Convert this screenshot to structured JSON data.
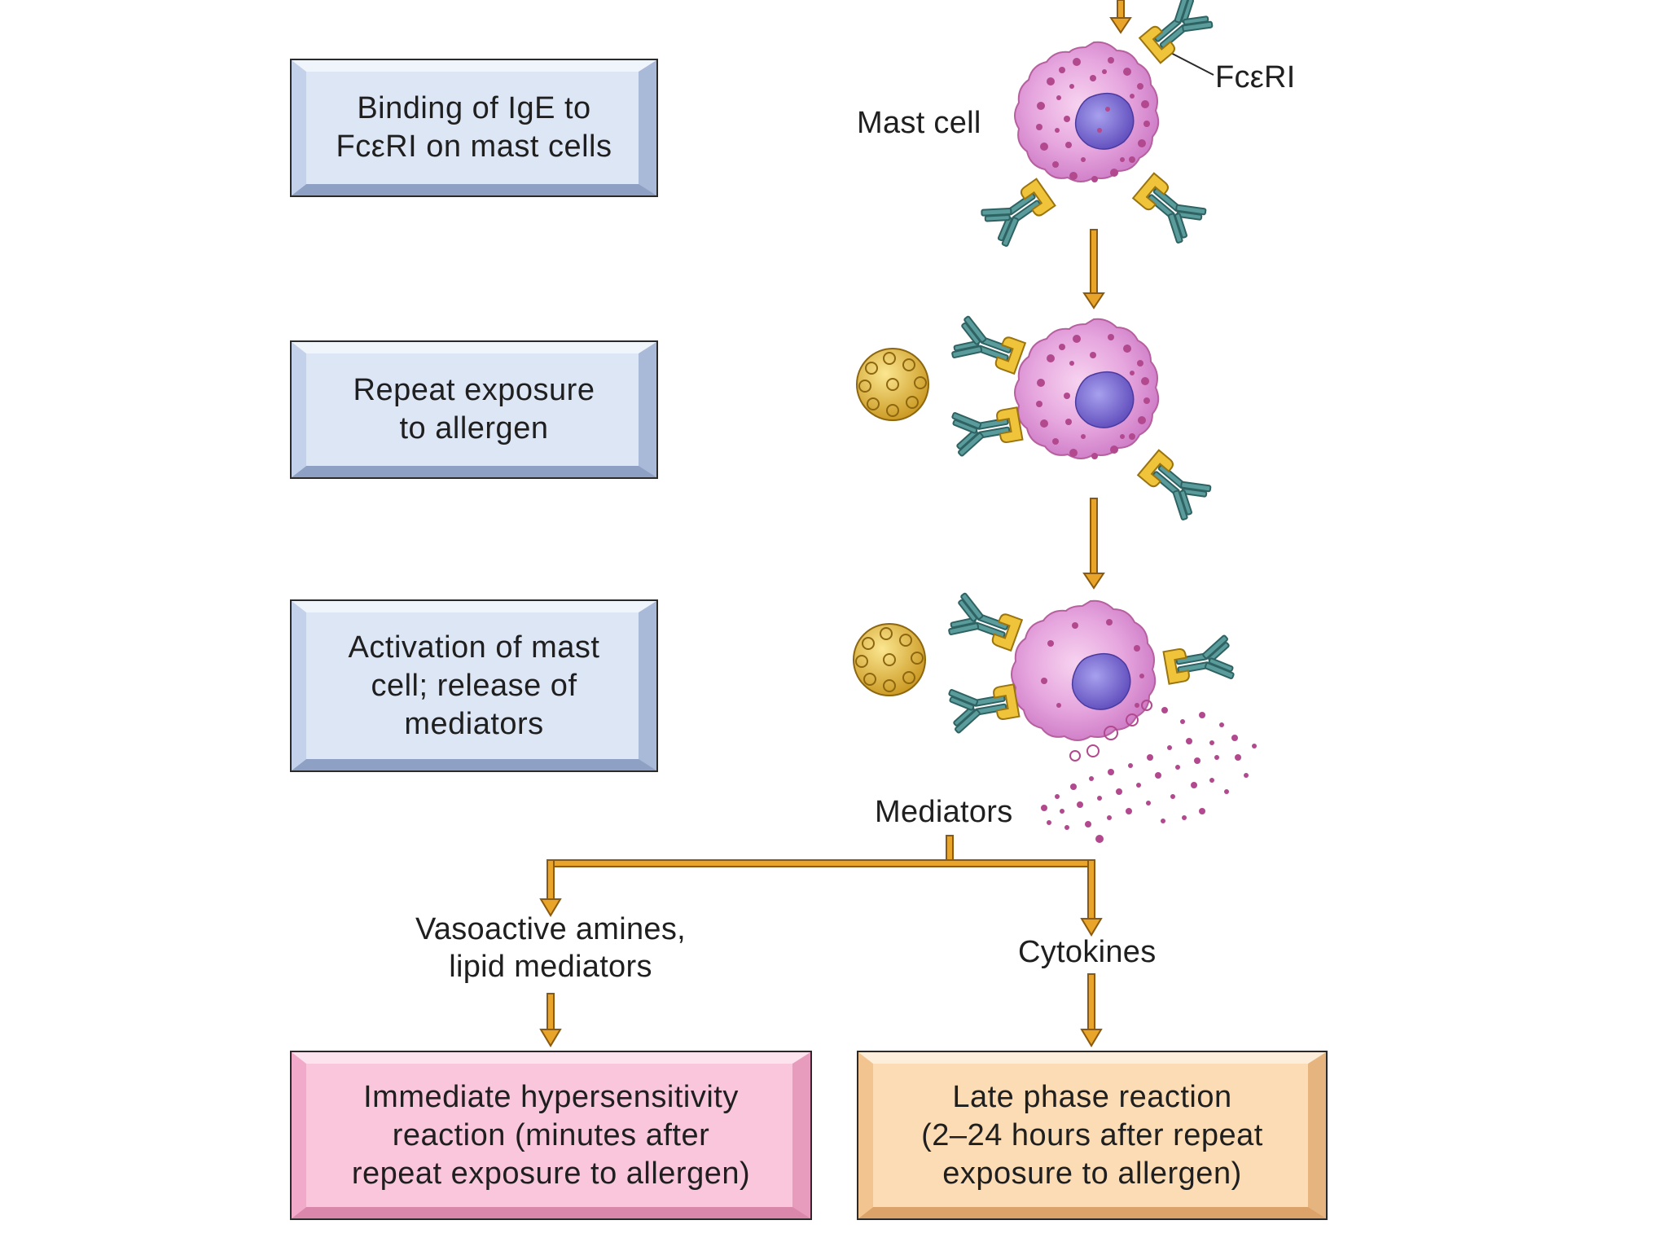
{
  "steps": {
    "binding": "Binding of IgE to\nFcεRI on mast cells",
    "repeat": "Repeat exposure\nto allergen",
    "activation": "Activation of mast\ncell; release of\nmediators"
  },
  "labels": {
    "fceri": "FcεRI",
    "mast_cell": "Mast cell",
    "mediators": "Mediators",
    "vasoactive": "Vasoactive amines,\nlipid mediators",
    "cytokines": "Cytokines"
  },
  "outcomes": {
    "immediate": "Immediate hypersensitivity\nreaction (minutes after\nrepeat exposure to allergen)",
    "late": "Late phase reaction\n(2–24 hours after repeat\nexposure to allergen)"
  },
  "colors": {
    "arrow": "#e8a52a",
    "arrow_stroke": "#8a5a10",
    "cell": "#dd8ed6",
    "granule": "#b2488d",
    "nucleus": "#7a6ad2",
    "antibody": "#4f8f8f",
    "receptor": "#f0c43a",
    "allergen": "#e7bd3a"
  }
}
